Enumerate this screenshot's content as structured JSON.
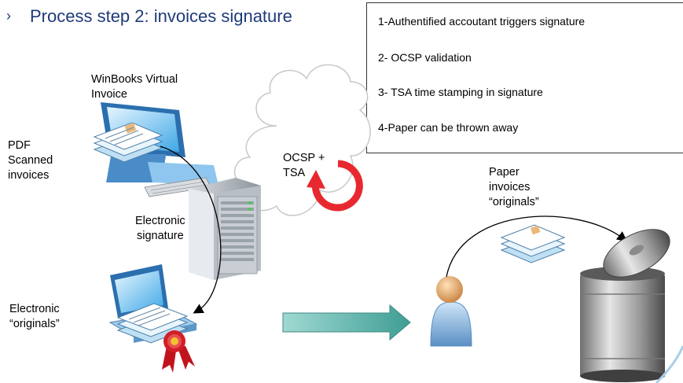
{
  "title": {
    "bullet": "›",
    "text": "Process step 2: invoices signature"
  },
  "steps": [
    "1-Authentified accoutant triggers signature",
    "2- OCSP validation",
    "3- TSA time stamping in signature",
    "4-Paper can be thrown away"
  ],
  "labels": {
    "winbooks_line1": "WinBooks Virtual",
    "winbooks_line2": "Invoice",
    "pdf_line1": "PDF",
    "pdf_line2": "Scanned",
    "pdf_line3": "invoices",
    "ocsp_line1": "OCSP +",
    "ocsp_line2": "TSA",
    "esig_line1": "Electronic",
    "esig_line2": "signature",
    "eorig_line1": "Electronic",
    "eorig_line2": "“originals”",
    "paper_line1": "Paper",
    "paper_line2": "invoices",
    "paper_line3": "“originals”"
  },
  "icons": [
    "computer-icon",
    "documents-icon",
    "server-icon",
    "cloud-icon",
    "refresh-cycle-icon",
    "person-icon",
    "trash-can-icon",
    "wax-seal-icon",
    "right-arrow-icon"
  ],
  "colors": {
    "title": "#1f3a7a",
    "cycle": "#e8282f",
    "flow_arrow": "#5fb8b0"
  }
}
